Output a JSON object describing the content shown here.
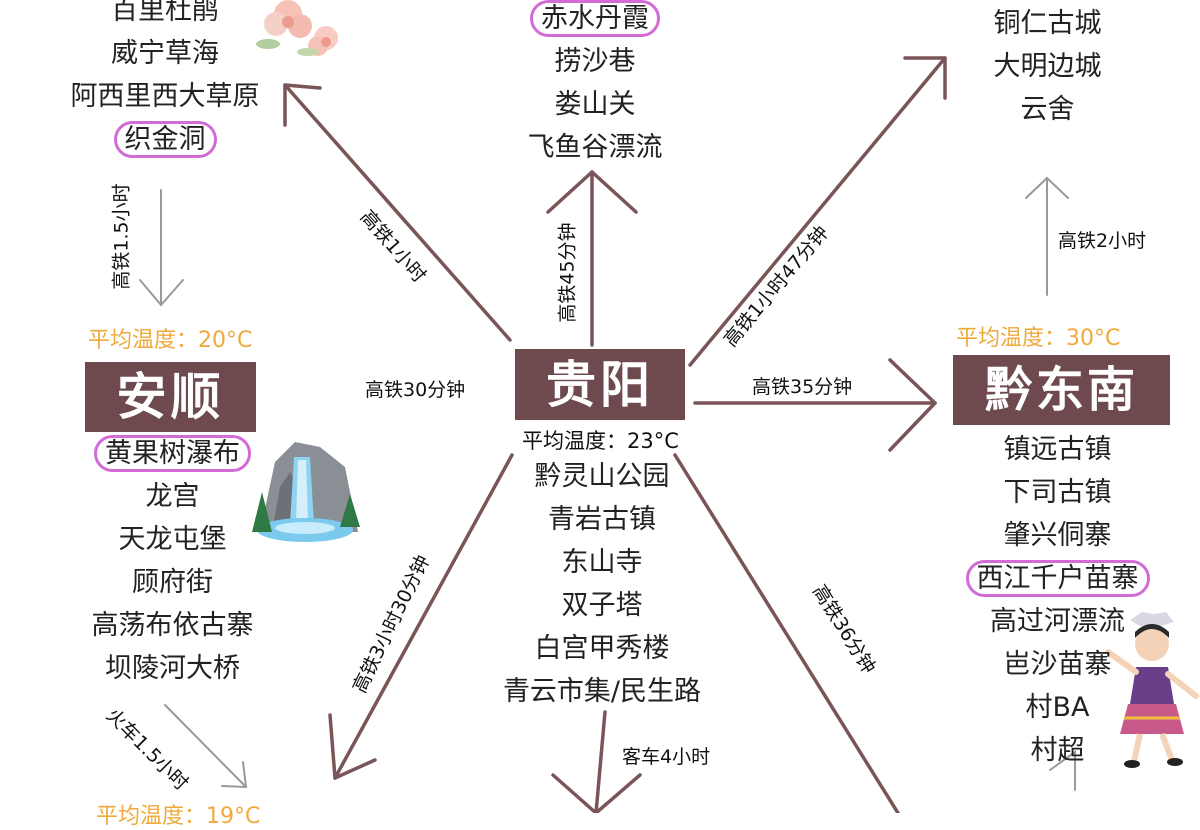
{
  "guiyang": {
    "name": "贵阳",
    "temp": "平均温度：23°C",
    "spots": [
      "黔灵山公园",
      "青岩古镇",
      "东山寺",
      "双子塔",
      "白宫甲秀楼",
      "青云市集/民生路"
    ]
  },
  "anshun": {
    "name": "安顺",
    "temp": "平均温度：20°C",
    "spots": [
      "黄果树瀑布",
      "龙宫",
      "天龙屯堡",
      "顾府街",
      "高荡布依古寨",
      "坝陵河大桥"
    ]
  },
  "qiandongnan": {
    "name": "黔东南",
    "temp": "平均温度：30°C",
    "spots": [
      "镇远古镇",
      "下司古镇",
      "肇兴侗寨",
      "西江千户苗寨",
      "高过河漂流",
      "岜沙苗寨",
      "村BA",
      "村超"
    ]
  },
  "bijie_top": {
    "spots": [
      "百里杜鹃",
      "威宁草海",
      "阿西里西大草原",
      "织金洞"
    ]
  },
  "zunyi_top": {
    "spots": [
      "赤水丹霞",
      "捞沙巷",
      "娄山关",
      "飞鱼谷漂流"
    ]
  },
  "tongren_top": {
    "spots": [
      "铜仁古城",
      "大明边城",
      "云舍"
    ]
  },
  "bottom_left_temp": "平均温度：19°C",
  "routes": {
    "to_bijie": "高铁1小时",
    "to_zunyi": "高铁45分钟",
    "to_tongren": "高铁1小时47分钟",
    "to_anshun": "高铁30分钟",
    "to_qiandongnan": "高铁35分钟",
    "to_southwest": "高铁3小时30分钟",
    "to_southeast": "高铁36分钟",
    "to_south": "客车4小时",
    "bijie_to_anshun": "高铁1.5小时",
    "anshun_to_south": "火车1.5小时",
    "qiandongnan_to_tongren": "高铁2小时"
  },
  "colors": {
    "arrow": "#7a5558",
    "city_box": "#6e4a4f",
    "temp": "#f0a93b",
    "highlight": "#d36bd6"
  }
}
